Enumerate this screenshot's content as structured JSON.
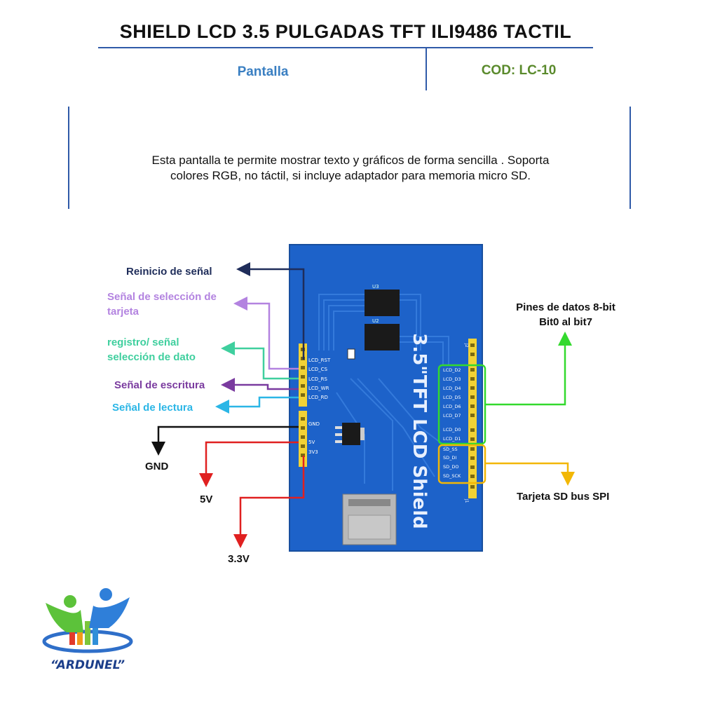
{
  "header": {
    "title": "SHIELD LCD 3.5 PULGADAS TFT  ILI9486 TACTIL",
    "category": "Pantalla",
    "code": "COD: LC-10"
  },
  "description": {
    "line1": "Esta pantalla te permite mostrar texto y gráficos de forma sencilla . Soporta",
    "line2": "colores RGB, no táctil, si incluye adaptador para memoria micro SD."
  },
  "board": {
    "silk_title": "3.5\"TFT LCD Shield",
    "chip_u3": "U3",
    "chip_u2": "U2",
    "left_pins": [
      "LCD_RST",
      "LCD_CS",
      "LCD_RS",
      "LCD_WR",
      "LCD_RD"
    ],
    "power_pins": [
      "GND",
      "5V",
      "3V3"
    ],
    "data_pins": [
      "LCD_D2",
      "LCD_D3",
      "LCD_D4",
      "LCD_D5",
      "LCD_D6",
      "LCD_D7",
      "LCD_D0",
      "LCD_D1"
    ],
    "sd_pins": [
      "SD_SS",
      "SD_DI",
      "SD_DO",
      "SD_SCK"
    ],
    "header_j2": "J2",
    "header_j1": "J1"
  },
  "labels": {
    "reset": "Reinicio de señal",
    "cs_line1": "Señal de selección de",
    "cs_line2": "tarjeta",
    "rs_line1": "registro/ señal",
    "rs_line2": "selección de dato",
    "wr": "Señal de escritura",
    "rd": "Señal de lectura",
    "gnd": "GND",
    "v5": "5V",
    "v33": "3.3V",
    "data_line1": "Pines de datos 8-bit",
    "data_line2": "Bit0 al bit7",
    "sd": "Tarjeta SD bus SPI"
  },
  "colors": {
    "reset": "#1f2d5a",
    "cs": "#b383e0",
    "rs": "#3fcf9e",
    "wr": "#7a3b9f",
    "rd": "#2bb6e6",
    "gnd": "#111111",
    "power": "#e02020",
    "data": "#33d92e",
    "sd": "#f2b705",
    "board": "#1d62c9",
    "rule": "#2f5aa8"
  },
  "logo": {
    "text": "“ARDUNEL”"
  }
}
